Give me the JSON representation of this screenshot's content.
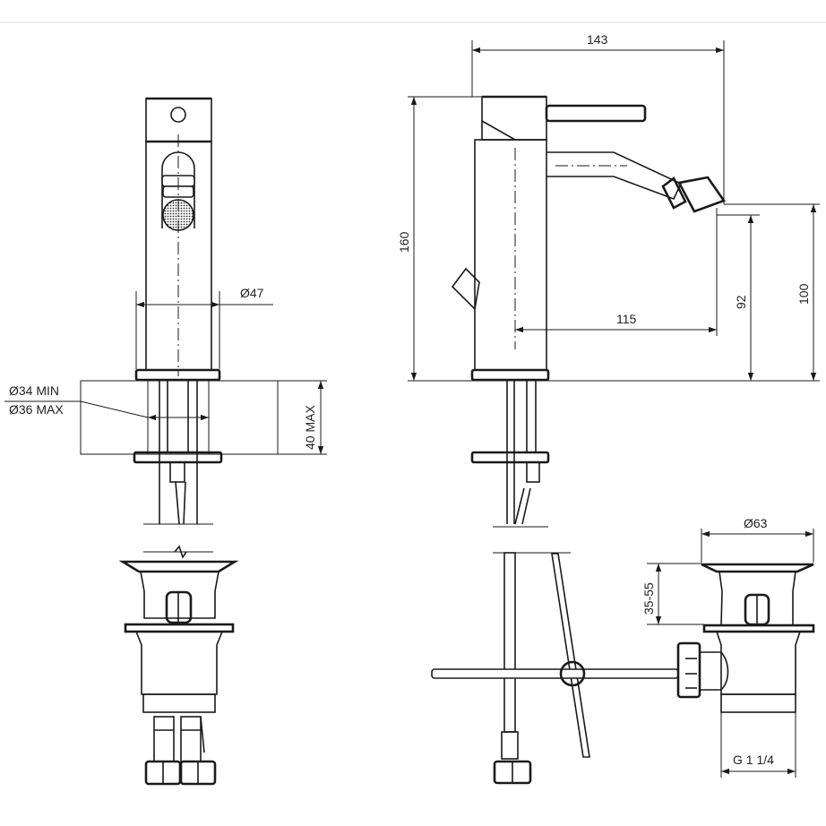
{
  "dimensions": {
    "front_diameter": "Ø47",
    "hole_min": "Ø34 MIN",
    "hole_max": "Ø36 MAX",
    "deck_thickness": "40 MAX",
    "overall_length": "143",
    "overall_height": "160",
    "spout_reach": "115",
    "outlet_height_92": "92",
    "outlet_height_100": "100",
    "waste_diameter": "Ø63",
    "waste_range": "35-55",
    "waste_thread": "G 1 1/4"
  },
  "colors": {
    "line": "#1a1a1a",
    "background": "#ffffff"
  }
}
